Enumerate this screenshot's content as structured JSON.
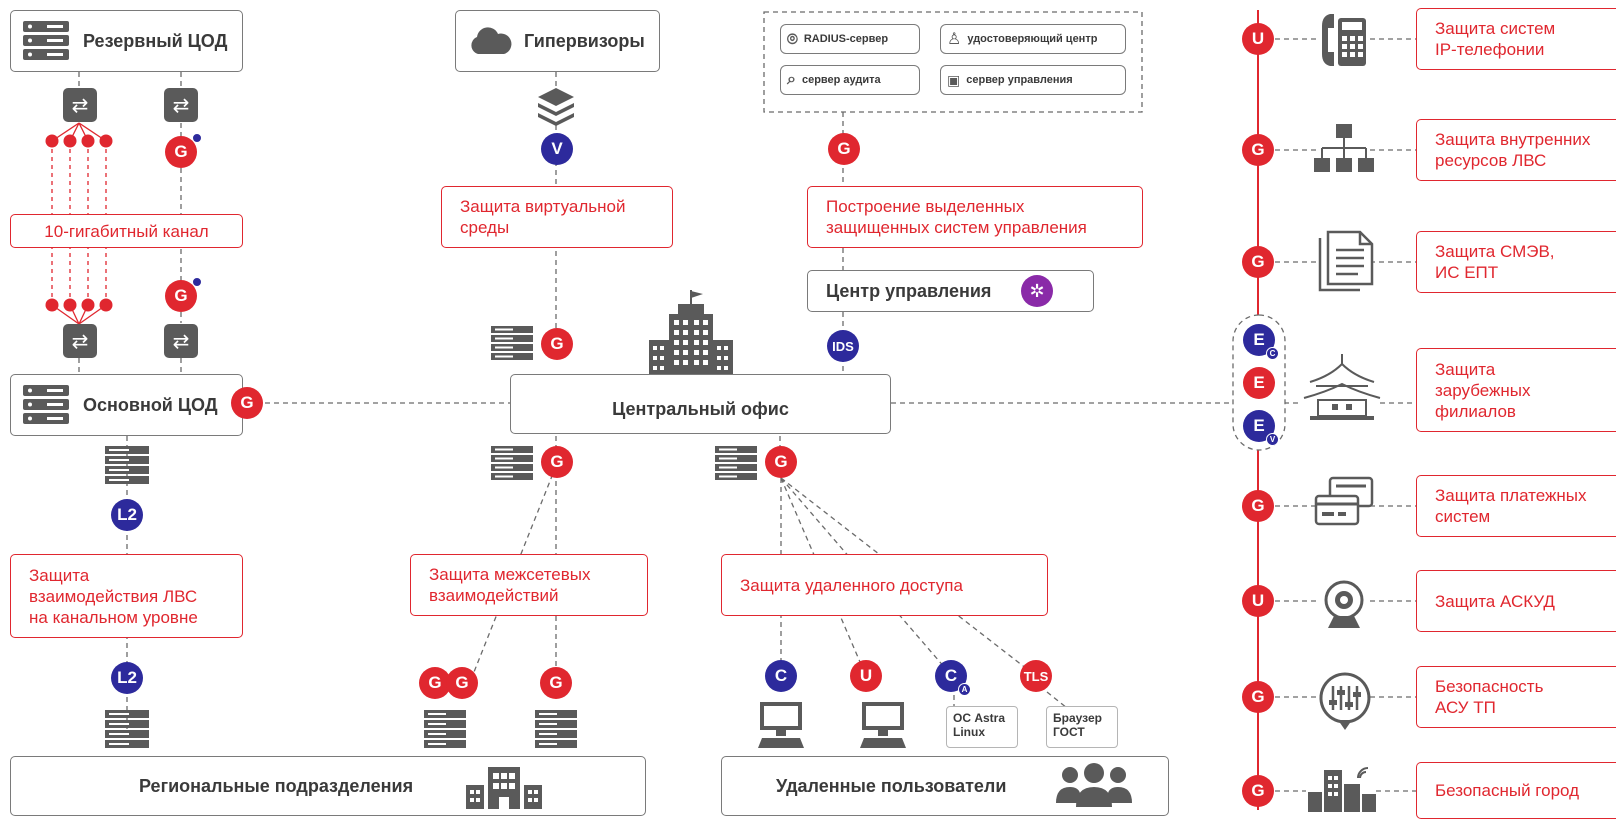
{
  "left": {
    "reserve_dc": "Резервный ЦОД",
    "main_dc": "Основной ЦОД",
    "channel_label": "10-гигабитный канал",
    "l2_label": "Защита\nвзаимодействия ЛВС\nна канальном уровне"
  },
  "top": {
    "hypervisors": "Гипервизоры",
    "virtual_protection": "Защита виртуальной\nсреды",
    "dedicated_mgmt": "Построение выделенных\nзащищенных систем управления",
    "control_center": "Центр управления",
    "services": {
      "radius": "RADIUS-сервер",
      "ca": "удостоверяющий центр",
      "audit": "сервер аудита",
      "management": "сервер управления"
    }
  },
  "center": {
    "office": "Центральный офис",
    "inter_network": "Защита межсетевых\nвзаимодействий",
    "remote_access": "Защита удаленного доступа",
    "regional": "Региональные подразделения",
    "remote_users": "Удаленные пользователи",
    "os_astra": "ОС Astra\nLinux",
    "gost_browser": "Браузер\nГОСТ"
  },
  "badges": {
    "g": "G",
    "v": "V",
    "u": "U",
    "c": "C",
    "e": "E",
    "l2": "L2",
    "ids": "IDS",
    "tls": "TLS",
    "sub_c": "C",
    "sub_v": "V",
    "sub_a": "A"
  },
  "right_panels": [
    {
      "label": "Защита систем\nIP-телефонии",
      "badge": "U",
      "icon": "phone-icon"
    },
    {
      "label": "Защита внутренних\nресурсов ЛВС",
      "badge": "G",
      "icon": "network-tree-icon"
    },
    {
      "label": "Защита СМЭВ,\nИС ЕПТ",
      "badge": "G",
      "icon": "document-icon"
    },
    {
      "label": "Защита\nзарубежных\nфилиалов",
      "badge": "E",
      "icon": "pagoda-icon"
    },
    {
      "label": "Защита платежных\nсистем",
      "badge": "G",
      "icon": "cards-icon"
    },
    {
      "label": "Защита АСКУД",
      "badge": "U",
      "icon": "webcam-icon"
    },
    {
      "label": "Безопасность\nАСУ ТП",
      "badge": "G",
      "icon": "controller-icon"
    },
    {
      "label": "Безопасный город",
      "badge": "G",
      "icon": "city-icon"
    }
  ],
  "colors": {
    "accent": "#e0272f",
    "blue": "#2d2a9c",
    "gray": "#5a5a5a",
    "purple": "#8a2aa8"
  }
}
